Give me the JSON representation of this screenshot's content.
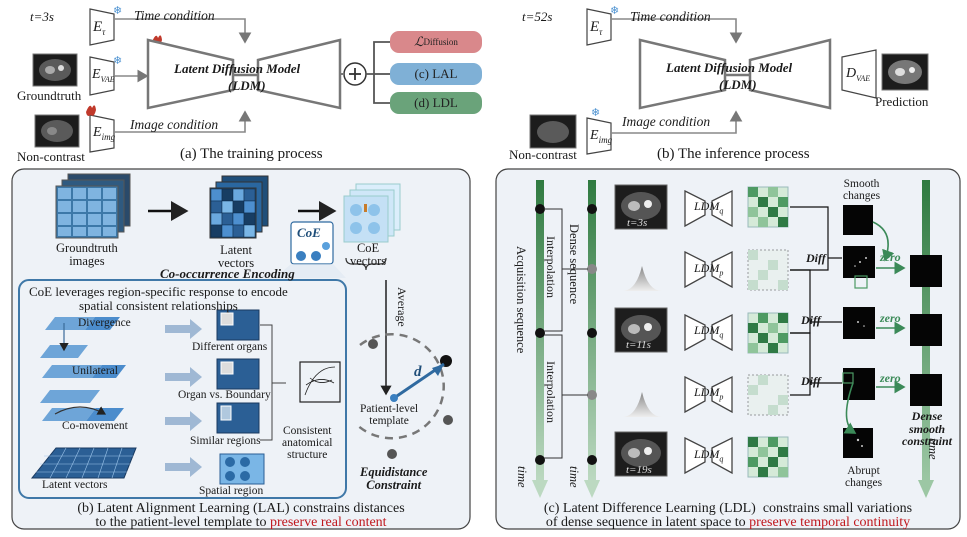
{
  "training": {
    "t_label": "t=3s",
    "e_tau": "E",
    "e_tau_sub": "τ",
    "e_vae": "E",
    "e_vae_sub": "VAE",
    "e_img": "E",
    "e_img_sub": "img",
    "groundtruth": "Groundtruth",
    "noncontrast": "Non-contrast",
    "time_condition": "Time condition",
    "image_condition": "Image condition",
    "ldm_line1": "Latent Diffusion Model",
    "ldm_line2": "(LDM)",
    "loss_diffusion": "ℒ",
    "loss_diffusion_sub": "Diffusion",
    "loss_lal": "(c) LAL",
    "loss_ldl": "(d) LDL",
    "caption": "(a) The training process"
  },
  "inference": {
    "t_label": "t=52s",
    "e_tau": "E",
    "e_tau_sub": "τ",
    "e_img": "E",
    "e_img_sub": "img",
    "noncontrast": "Non-contrast",
    "time_condition": "Time condition",
    "image_condition": "Image condition",
    "ldm_line1": "Latent Diffusion Model",
    "ldm_line2": "(LDM)",
    "d_vae": "D",
    "d_vae_sub": "VAE",
    "prediction": "Prediction",
    "caption": "(b) The inference process"
  },
  "lal": {
    "gt_images": "Groundtruth\nimages",
    "latent_vectors": "Latent\nvectors",
    "coe_vectors": "CoE\nvectors",
    "coe_badge": "CoE",
    "coe_title": "Co-occurrence Encoding",
    "coe_desc": "CoE leverages region-specific response to encode\nspatial consistent relationships",
    "divergence": "Divergence",
    "unilateral": "Unilateral",
    "comovement": "Co-movement",
    "latent_vectors_bottom": "Latent vectors",
    "different_organs": "Different organs",
    "organ_boundary": "Organ vs. Boundary",
    "similar_regions": "Similar regions",
    "spatial_region": "Spatial region",
    "consistent": "Consistent\nanatomical\nstructure",
    "average": "Average",
    "d_label": "d",
    "patient_template": "Patient-level\ntemplate",
    "equidistance": "Equidistance\nConstraint",
    "caption_main": "(b) Latent Alignment Learning (LAL) constrains distances\nto the patient-level template to ",
    "caption_red": "preserve real content"
  },
  "ldl": {
    "acquisition": "Acquisition sequence",
    "dense": "Dense sequence",
    "interpolation1": "Interpolation",
    "interpolation2": "Interpolation",
    "time1": "time",
    "time2": "time",
    "time3": "time",
    "t3s": "t=3s",
    "t11s": "t=11s",
    "t19s": "t=19s",
    "ldm": "LDM",
    "q": "q",
    "p": "p",
    "diff": "Diff",
    "zero": "zero",
    "smooth_changes": "Smooth\nchanges",
    "abrupt_changes": "Abrupt\nchanges",
    "dense_constraint": "Dense\nsmooth\nconstraint",
    "caption_main": "(c) Latent Difference Learning (LDL)  constrains small variations\nof dense sequence in latent space to ",
    "caption_red": "preserve temporal continuity"
  },
  "colors": {
    "panel_bg": "#eef2f7",
    "blue_panel_border": "#3f78a8",
    "green_bar": "#3f8a4f",
    "loss_red": "#d9888b",
    "loss_blue": "#7fb0d6",
    "loss_green": "#6aa37a",
    "caption_red": "#c0171d"
  }
}
